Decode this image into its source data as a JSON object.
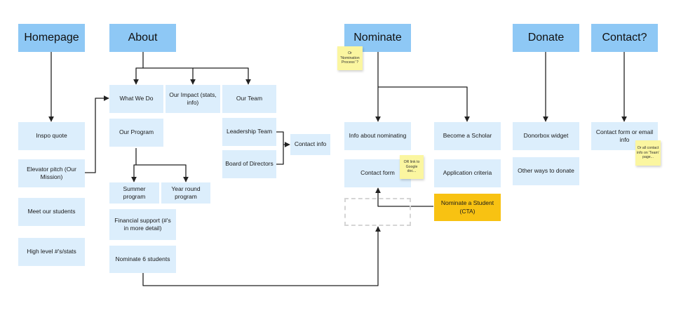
{
  "headers": {
    "homepage": "Homepage",
    "about": "About",
    "nominate": "Nominate",
    "donate": "Donate",
    "contact": "Contact?"
  },
  "homepage": {
    "inspo_quote": "Inspo quote",
    "elevator_pitch": "Elevator pitch (Our Mission)",
    "meet_students": "Meet our students",
    "high_level_stats": "High level #'s/stats"
  },
  "about": {
    "what_we_do": "What We Do",
    "our_impact": "Our Impact (stats, info)",
    "our_team": "Our Team",
    "our_program": "Our Program",
    "summer_program": "Summer program",
    "year_round_program": "Year round program",
    "financial_support": "Financial support (#'s in more detail)",
    "nominate_6": "Nominate 6 students",
    "leadership_team": "Leadership Team",
    "board_of_directors": "Board of Directors",
    "contact_info": "Contact info"
  },
  "nominate": {
    "info_about_nominating": "Info about nominating",
    "become_scholar": "Become a Scholar",
    "contact_form": "Contact form",
    "application_criteria": "Application criteria",
    "nominate_student_cta": "Nominate a Student (CTA)"
  },
  "donate": {
    "donorbox_widget": "Donorbox widget",
    "other_ways": "Other ways to donate"
  },
  "contact": {
    "contact_form_email": "Contact form or email info"
  },
  "stickies": {
    "nomination_process": "Or 'Nomination Process' ?",
    "google_doc": "OR link to Google doc...",
    "team_page": "Or all contact info on 'Team' page..."
  },
  "colors": {
    "header": "#8ec8f5",
    "card": "#dceefc",
    "cta": "#f8c212",
    "sticky": "#fbf6a0",
    "line": "#222222"
  }
}
